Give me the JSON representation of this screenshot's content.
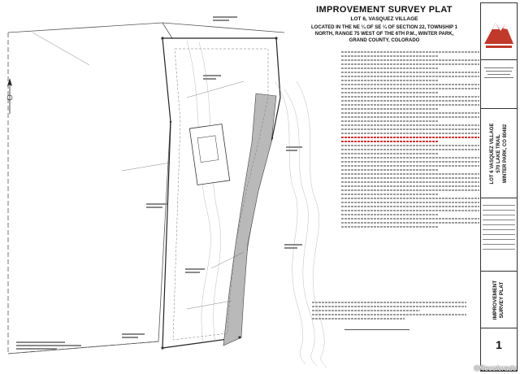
{
  "plat": {
    "title": "IMPROVEMENT SURVEY PLAT",
    "subtitle": "LOT 6, VASQUEZ VILLAGE",
    "location_line1": "LOCATED IN THE NE ¼ OF SE ¼ OF SECTION 22, TOWNSHIP 1",
    "location_line2": "NORTH, RANGE 75 WEST OF THE 6TH P.M., WINTER PARK,",
    "location_line3": "GRAND COUNTY, COLORADO"
  },
  "title_block": {
    "project_name": "LOT 6 VASQUEZ VILLAGE",
    "project_address1": "570 LAKE TRAIL",
    "project_address2": "WINTER PARK, CO 80482",
    "sheet_title1": "IMPROVEMENT",
    "sheet_title2": "SURVEY PLAT",
    "sheet_number": "1"
  },
  "watermark": "©Recolorado",
  "icons": {
    "north_arrow": "north-arrow-icon",
    "logo": "mountain-logo-icon"
  },
  "colors": {
    "accent": "#c0392b",
    "lot_fill": "#b9b9b9",
    "linework": "#333333"
  }
}
